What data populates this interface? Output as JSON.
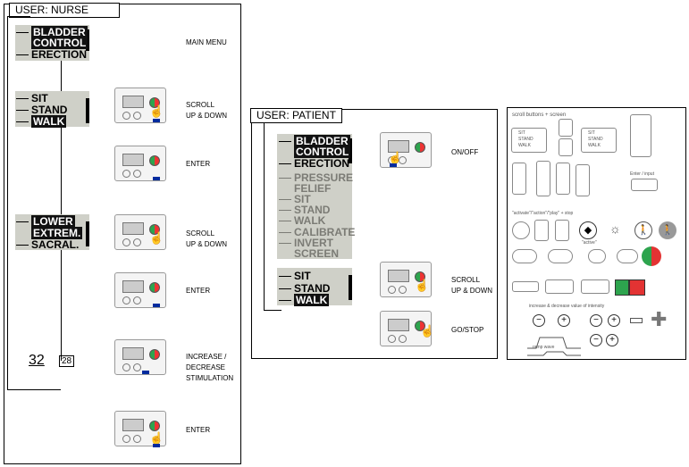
{
  "nurse": {
    "user_label": "USER: NURSE",
    "menu1": [
      "BLADDER",
      "CONTROL",
      "ERECTION"
    ],
    "menu2": [
      "SIT",
      "STAND",
      "WALK"
    ],
    "menu3": [
      "LOWER",
      "EXTREM.",
      "SACRAL."
    ],
    "value_big": "32",
    "value_small": "28",
    "captions": {
      "main_menu": "MAIN MENU",
      "scroll1_a": "SCROLL",
      "scroll1_b": "UP & DOWN",
      "enter1": "ENTER",
      "scroll2_a": "SCROLL",
      "scroll2_b": "UP & DOWN",
      "enter2": "ENTER",
      "inc_a": "INCREASE /",
      "inc_b": "DECREASE",
      "inc_c": "STIMULATION",
      "enter3": "ENTER"
    }
  },
  "patient": {
    "user_label": "USER: PATIENT",
    "menu_top": [
      "BLADDER",
      "CONTROL",
      "ERECTION"
    ],
    "menu_grey": [
      "PRESSURE",
      "FELIEF",
      "SIT",
      "STAND",
      "WALK",
      "CALIBRATE",
      "INVERT",
      "SCREEN"
    ],
    "menu_bottom": [
      "SIT",
      "STAND",
      "WALK"
    ],
    "captions": {
      "onoff": "ON/OFF",
      "scroll_a": "SCROLL",
      "scroll_b": "UP & DOWN",
      "gostop": "GO/STOP"
    }
  },
  "sketch": {
    "title": "scroll buttons + screen",
    "screen_items": [
      "SIT",
      "STAND",
      "WALK"
    ],
    "enter_label": "Enter / input",
    "activate_label": "\"activate\"/\"action\"/\"play\" + stop",
    "active_word": "\"active\"",
    "intensity_label": "increase & decrease value of intensity",
    "ramp_label": "ramp wave",
    "colors": {
      "green": "#2da44e",
      "red": "#e33333",
      "blue": "#002b9e"
    }
  }
}
